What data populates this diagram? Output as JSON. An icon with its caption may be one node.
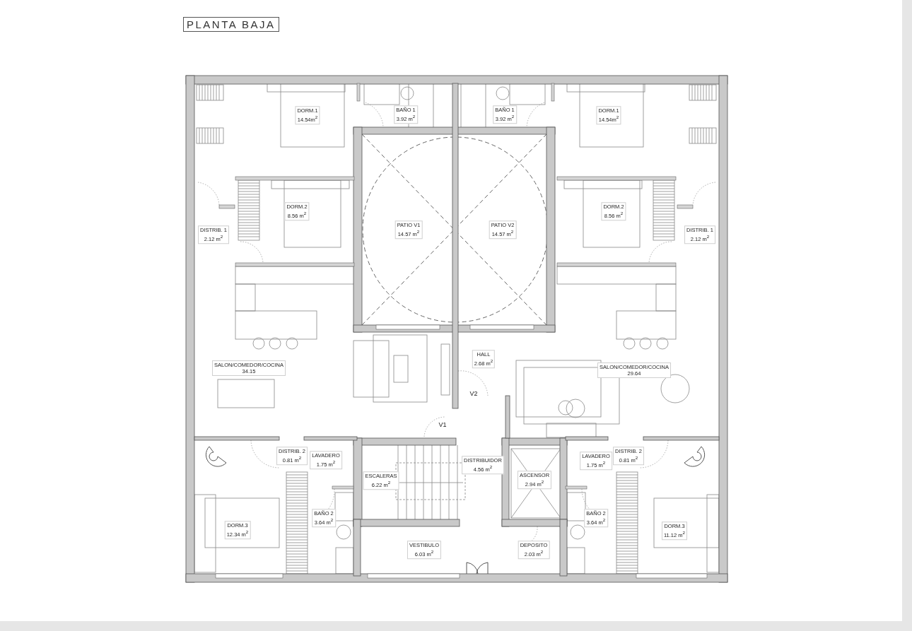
{
  "diagram": {
    "title": "PLANTA BAJA",
    "labels": [
      "DORM.1",
      "14.54m$^{2}$",
      "BAÑO 1",
      "3.92 m$^{2}$",
      "BAÑO 1",
      "3.92 m$^{2}$",
      "DORM.1",
      "14.54m$^{2}$",
      "DORM.2",
      "8.56 m$^{2}$",
      "PATIO V1",
      "14.57 m$^{2}$",
      "PATIO V2",
      "14.57 m$^{2}$",
      "DORM.2",
      "8.56 m$^{2}$",
      "DISTRIB. 1",
      "2.12 m$^{2}$",
      "DISTRIB. 1",
      "2.12 m$^{2}$",
      "HALL",
      "2.68 m$^{2}$",
      "SALON/COMEDOR/COCINA",
      "34.15",
      "SALON/COMEDOR/COCINA",
      "29.64",
      "V2",
      "V1",
      "DISTRIB. 2",
      "0.81 m$^{2}$",
      "LAVADERO",
      "1.75 m$^{2}$",
      "DISTRIBUIDOR",
      "4.56 m$^{2}$",
      "ESCALERAS",
      "6.22 m$^{2}$",
      "ASCENSOR",
      "2.94 m$^{2}$",
      "LAVADERO",
      "1.75 m$^{2}$",
      "DISTRIB. 2",
      "0.81 m$^{2}$",
      "BAÑO 2",
      "3.64 m$^{2}$",
      "BAÑO 2",
      "3.64 m$^{2}$",
      "DORM.3",
      "12.34 m$^{2}$",
      "DORM.3",
      "11.12 m$^{2}$",
      "VESTIBULO",
      "6.03 m$^{2}$",
      "DEPOSITO",
      "2.03 m$^{2}$"
    ]
  }
}
